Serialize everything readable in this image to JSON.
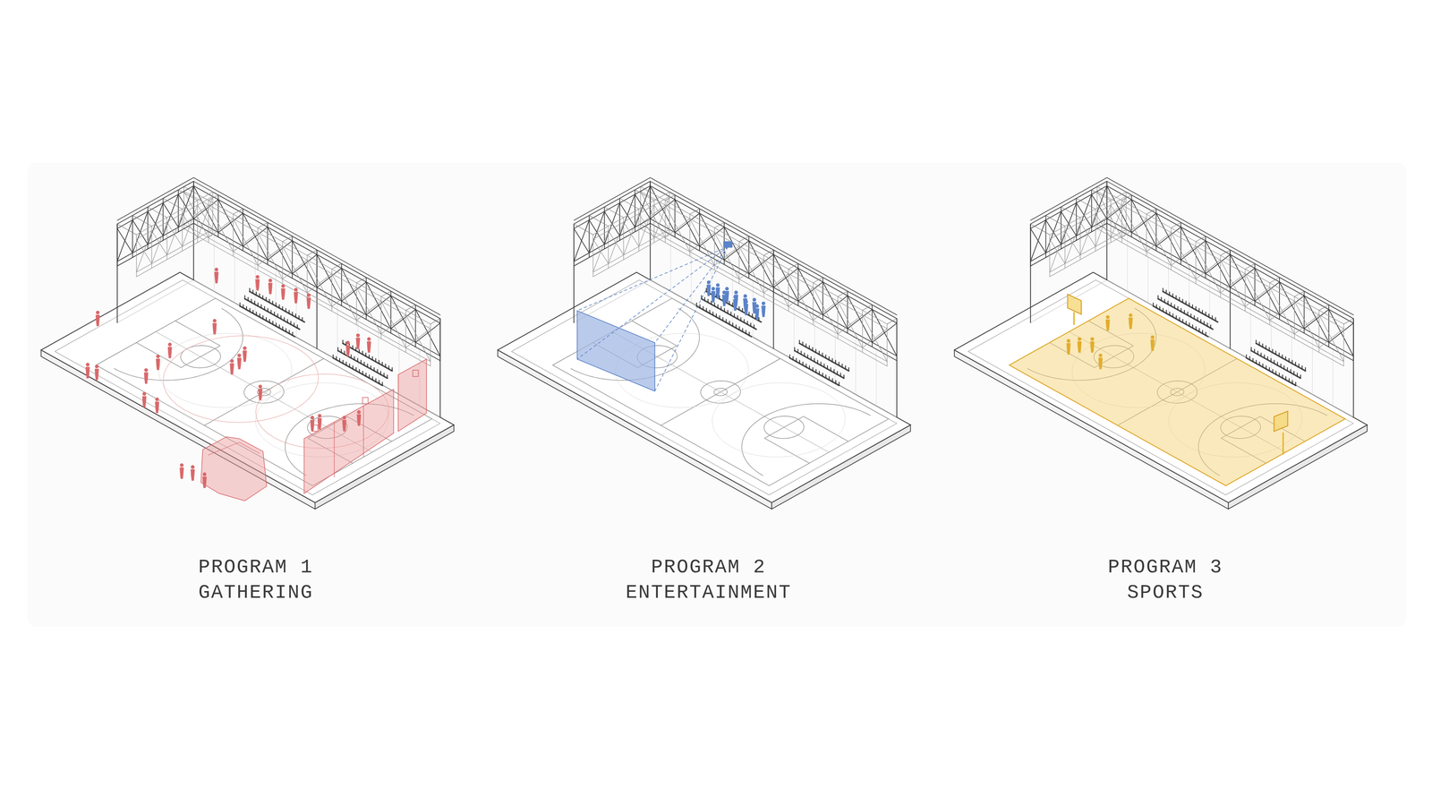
{
  "diagram": {
    "labels": [
      "PROGRAM 1",
      "GATHERING",
      "PROGRAM 2",
      "ENTERTAINMENT",
      "PROGRAM 3",
      "SPORTS"
    ]
  }
}
